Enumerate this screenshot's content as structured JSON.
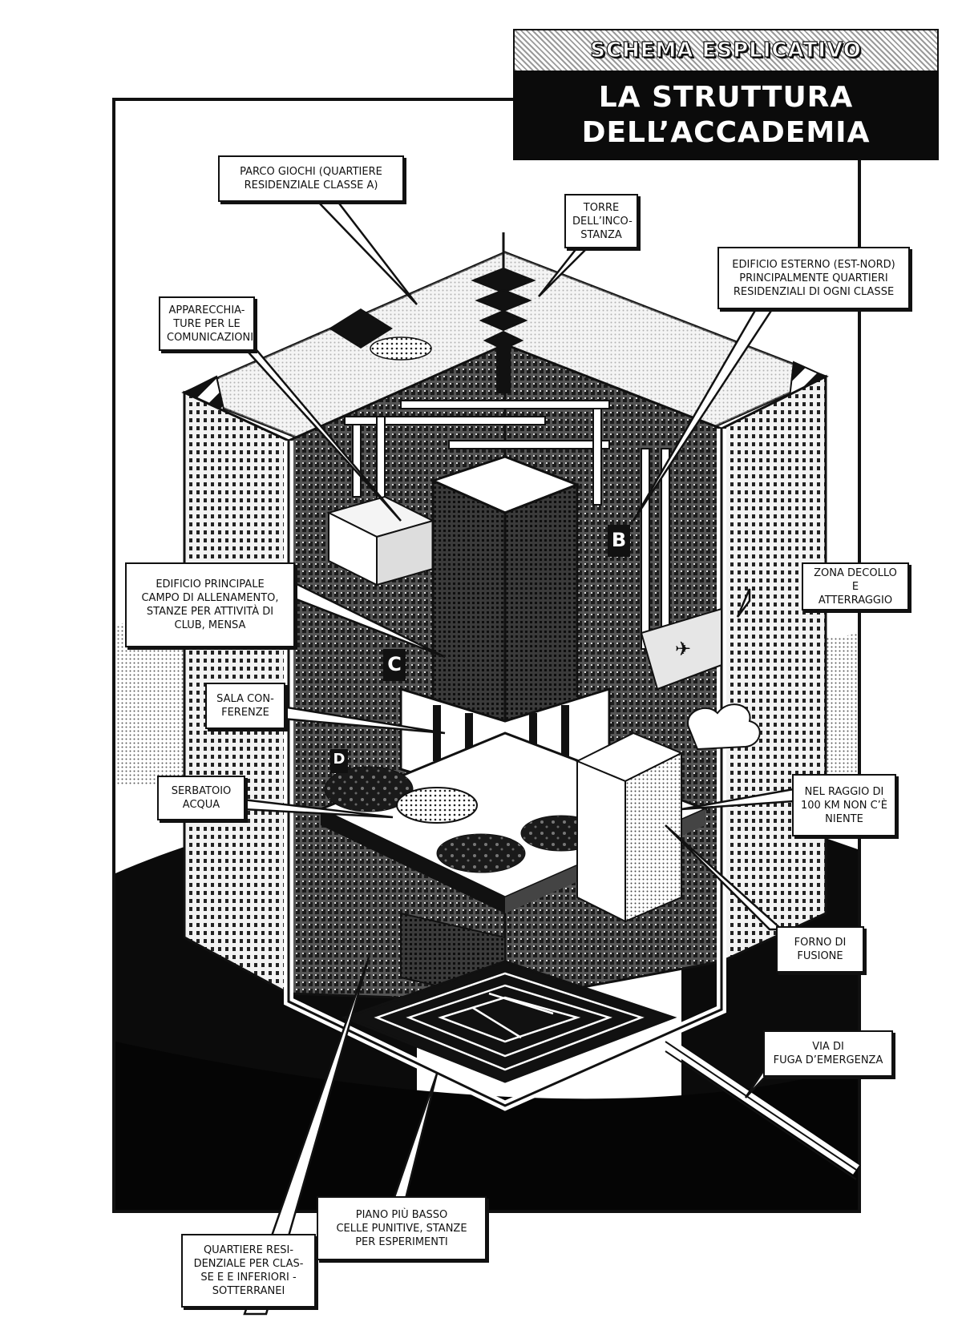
{
  "header": {
    "kicker": "SCHEMA ESPLICATIVO",
    "title_line1": "LA STRUTTURA",
    "title_line2": "DELL’ACCADEMIA"
  },
  "labels": {
    "parco_giochi": [
      "PARCO GIOCHI (QUARTIERE",
      "RESIDENZIALE CLASSE A)"
    ],
    "torre": [
      "TORRE",
      "DELL’INCO-",
      "STANZA"
    ],
    "edificio_esterno": [
      "EDIFICIO ESTERNO (EST-NORD)",
      "PRINCIPALMENTE QUARTIERI",
      "RESIDENZIALI DI OGNI CLASSE"
    ],
    "apparecchiature": [
      "APPARECCHIA-",
      "TURE PER LE",
      "COMUNICAZIONI"
    ],
    "edificio_principale": [
      "EDIFICIO PRINCIPALE",
      "CAMPO DI ALLENAMENTO,",
      "STANZE PER ATTIVITÀ DI",
      "CLUB, MENSA"
    ],
    "zona_decollo": [
      "ZONA DECOLLO E",
      "ATTERRAGGIO"
    ],
    "sala_conferenze": [
      "SALA CON-",
      "FERENZE"
    ],
    "serbatoio": [
      "SERBATOIO",
      "ACQUA"
    ],
    "raggio": [
      "NEL RAGGIO DI",
      "100 KM NON C’È",
      "NIENTE"
    ],
    "forno": [
      "FORNO DI",
      "FUSIONE"
    ],
    "fuga": [
      "VIA DI",
      "FUGA D’EMERGENZA"
    ],
    "quartiere_inferiori": [
      "QUARTIERE RESI-",
      "DENZIALE PER CLAS-",
      "SE E E INFERIORI -",
      "SOTTERRANEI"
    ],
    "piano_basso": [
      "PIANO PIÙ BASSO",
      "CELLE PUNITIVE, STANZE",
      "PER ESPERIMENTI"
    ]
  },
  "building_marks": {
    "sector_b": "B",
    "sector_c": "C",
    "sector_d": "D"
  },
  "colors": {
    "ink": "#111111",
    "paper": "#ffffff",
    "night": "#0b0b0b"
  }
}
